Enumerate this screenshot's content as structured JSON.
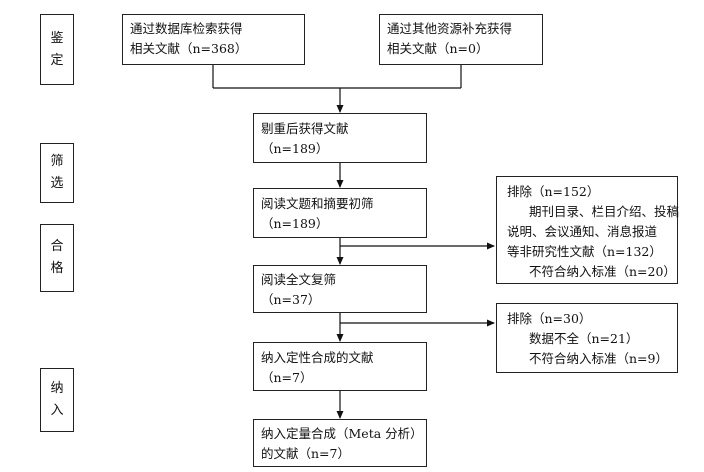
{
  "stages": {
    "identify": [
      "鉴",
      "定"
    ],
    "screen": [
      "筛",
      "选"
    ],
    "eligible": [
      "合",
      "格"
    ],
    "include": [
      "纳",
      "入"
    ]
  },
  "boxes": {
    "db_search": [
      "通过数据库检索获得",
      "相关文献（n=368）"
    ],
    "other_sources": [
      "通过其他资源补充获得",
      "相关文献（n=0）"
    ],
    "dedup": [
      "剔重后获得文献",
      "（n=189）"
    ],
    "title_abstract": [
      "阅读文题和摘要初筛",
      "（n=189）"
    ],
    "fulltext": [
      "阅读全文复筛",
      "（n=37）"
    ],
    "qualitative": [
      "纳入定性合成的文献",
      "（n=7）"
    ],
    "meta": [
      "纳入定量合成（Meta 分析）",
      "的文献（n=7）"
    ]
  },
  "exclusions": {
    "first": [
      "排除（n=152）",
      "期刊目录、栏目介绍、投稿",
      "说明、会议通知、消息报道",
      "等非研究性文献（n=132）",
      "不符合纳入标准（n=20）"
    ],
    "second": [
      "排除（n=30）",
      "数据不全（n=21）",
      "不符合纳入标准（n=9）"
    ]
  }
}
